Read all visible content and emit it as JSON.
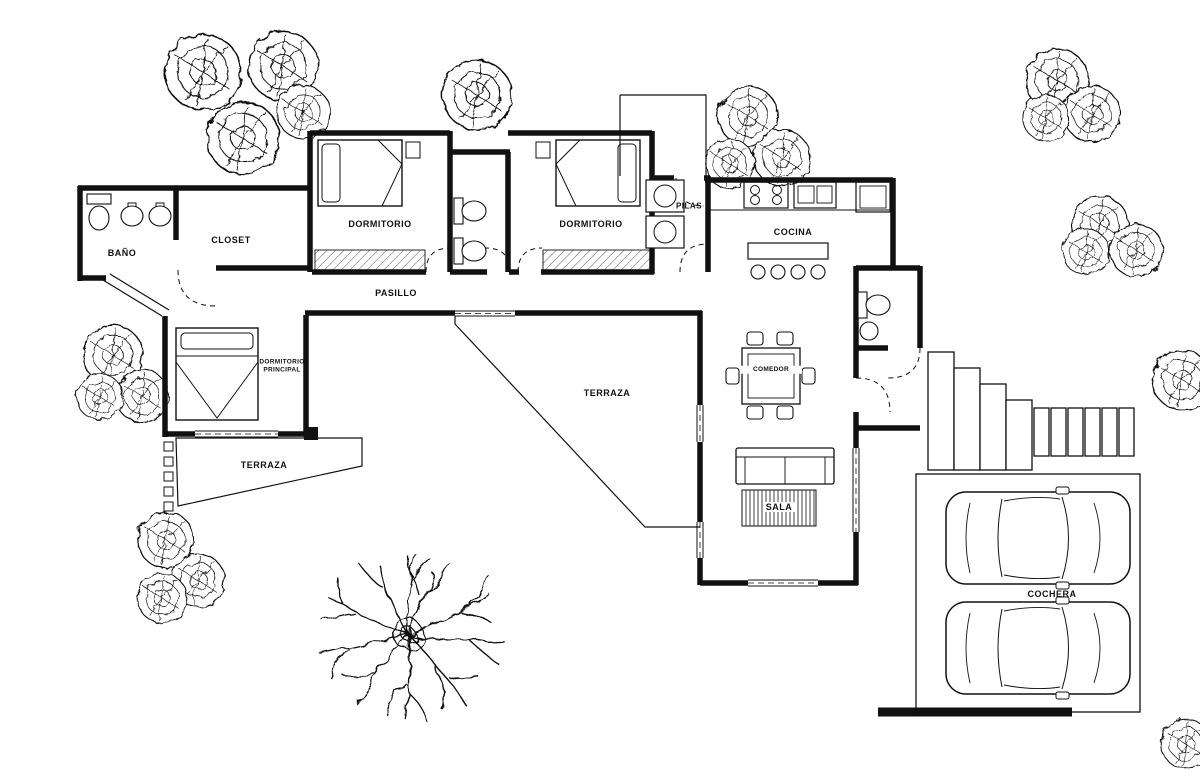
{
  "document": {
    "type": "architectural floor plan",
    "ink_color": "#111111",
    "background_color": "#ffffff"
  },
  "rooms": {
    "bano": "BAÑO",
    "closet": "CLOSET",
    "dormitorio_1": "DORMITORIO",
    "dormitorio_2": "DORMITORIO",
    "pasillo": "PASILLO",
    "pilas": "PILAS",
    "cocina": "COCINA",
    "dormitorio_principal": "DORMITORIO PRINCIPAL",
    "terraza_oeste": "TERRAZA",
    "terraza_central": "TERRAZA",
    "comedor": "COMEDOR",
    "sala": "SALA",
    "cochera": "COCHERA"
  }
}
